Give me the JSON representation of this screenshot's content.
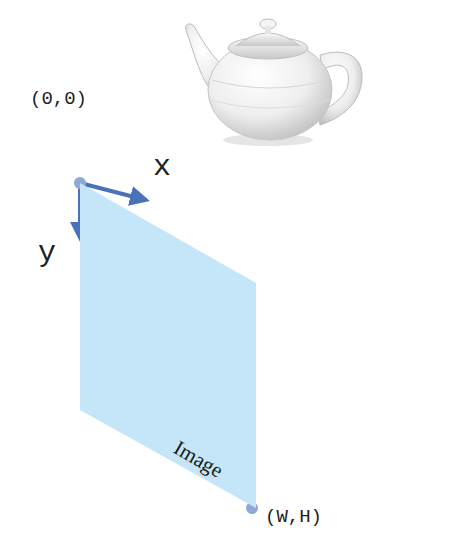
{
  "diagram": {
    "nodes": [
      {
        "text": [
          "Image"
        ]
      }
    ],
    "labels": [
      "(0,0)",
      "x",
      "y",
      "(W,H)"
    ]
  }
}
